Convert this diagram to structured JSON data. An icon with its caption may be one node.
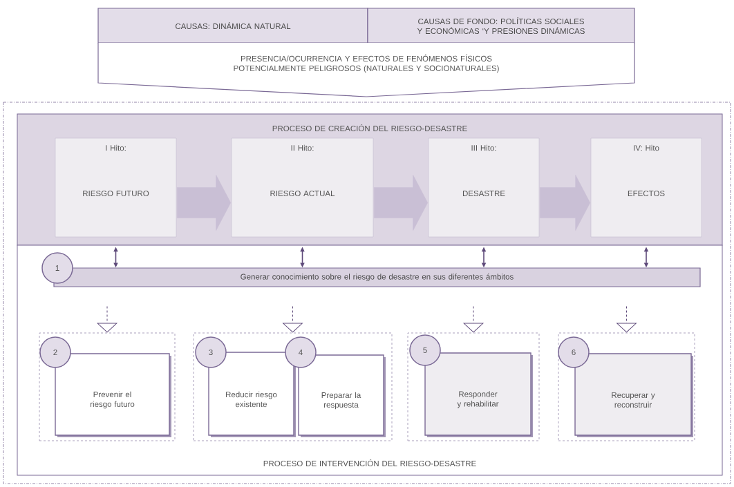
{
  "diagram": {
    "nodes": [
      {
        "text": [
          "CAUSAS: DINÁMICA NATURAL"
        ]
      },
      {
        "text": [
          "CAUSAS DE FONDO: POLÍTICAS SOCIALES Y ECONÓMICAS ‘Y PRESIONES DINÁMICAS"
        ]
      },
      {
        "text": [
          "PRESENCIA/OCURRENCIA Y EFECTOS DE FENÓMENOS FÍSICOS POTENCIALMENTE PELIGROSOS (NATURALES Y SOCIONATURALES)"
        ]
      },
      {
        "text": [
          "PROCESO DE CREACIÓN DEL RIESGO-DESASTRE"
        ]
      },
      {
        "text": [
          "I Hito:",
          "RIESGO FUTURO"
        ],
        "in": 3
      },
      {
        "text": [
          "II Hito:",
          "RIESGO ACTUAL"
        ],
        "in": 3
      },
      {
        "text": [
          "III Hito:",
          "DESASTRE"
        ],
        "in": 3
      },
      {
        "text": [
          "IV: Hito",
          "EFECTOS"
        ],
        "in": 3
      },
      {
        "text": [
          "PROCESO DE INTERVENCIÓN DEL RIESGO-DESASTRE"
        ]
      },
      {
        "text": [
          "1"
        ],
        "in": 8
      },
      {
        "text": [
          "Generar conocimiento sobre el riesgo de desastre en sus diferentes ámbitos"
        ],
        "in": 8
      },
      {
        "text": [],
        "shape": "box",
        "in": 8
      },
      {
        "text": [
          "2"
        ],
        "in": 11
      },
      {
        "text": [
          "Prevenir el riesgo futuro"
        ],
        "in": 11
      },
      {
        "text": [],
        "shape": "box",
        "in": 8
      },
      {
        "text": [
          "3"
        ],
        "in": 14
      },
      {
        "text": [
          "Reducir riesgo existente"
        ],
        "in": 14
      },
      {
        "text": [
          "4"
        ],
        "in": 14
      },
      {
        "text": [
          "Preparar la respuesta"
        ],
        "in": 14
      },
      {
        "text": [],
        "shape": "box",
        "in": 8
      },
      {
        "text": [
          "5"
        ],
        "in": 19
      },
      {
        "text": [
          "Responder y rehabilitar"
        ],
        "in": 19
      },
      {
        "text": [],
        "shape": "box",
        "in": 8
      },
      {
        "text": [
          "6"
        ],
        "in": 22
      },
      {
        "text": [
          "Recuperar y reconstruir"
        ],
        "in": 22
      }
    ],
    "edges": [
      {
        "from": 4,
        "to": 5,
        "arrow": "to",
        "style": "thick",
        "color": "#c9bfd5"
      },
      {
        "from": 5,
        "to": 6,
        "arrow": "to",
        "style": "thick",
        "color": "#c9bfd5"
      },
      {
        "from": 6,
        "to": 7,
        "arrow": "to",
        "style": "thick",
        "color": "#c9bfd5"
      },
      {
        "from": 4,
        "to": 10,
        "arrow": "both"
      },
      {
        "from": 5,
        "to": 10,
        "arrow": "both"
      },
      {
        "from": 6,
        "to": 10,
        "arrow": "both"
      },
      {
        "from": 7,
        "to": 10,
        "arrow": "both"
      },
      {
        "from": 10,
        "to": 11,
        "arrow": "to",
        "style": "dashed"
      },
      {
        "from": 10,
        "to": 14,
        "arrow": "to",
        "style": "dashed"
      },
      {
        "from": 10,
        "to": 19,
        "arrow": "to",
        "style": "dashed"
      },
      {
        "from": 10,
        "to": 22,
        "arrow": "to",
        "style": "dashed"
      }
    ]
  }
}
